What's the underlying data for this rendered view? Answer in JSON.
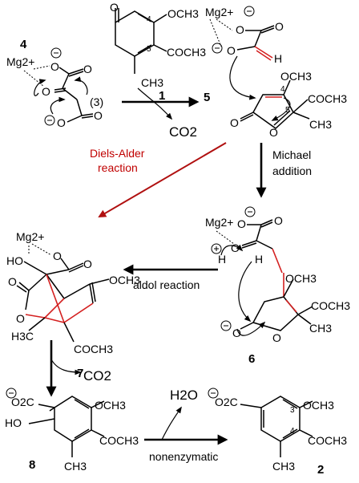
{
  "scheme": {
    "compounds": {
      "c1": {
        "number": "1",
        "methoxy": "OCH3",
        "acetyl": "COCH3",
        "methyl": "CH3",
        "carbonyl_o": "O",
        "pos4": "4",
        "pos5": "5"
      },
      "c4": {
        "number": "4",
        "ion": "Mg2+",
        "label3": "(3)"
      },
      "c5": {
        "number": "5",
        "ion": "Mg2+",
        "h": "H",
        "methoxy": "OCH3",
        "acetyl": "COCH3",
        "methyl": "CH3",
        "o": "O",
        "pos4": "4",
        "pos5": "5"
      },
      "c6": {
        "number": "6",
        "ion": "Mg2+",
        "h1": "H",
        "h2": "H",
        "methoxy": "OCH3",
        "acetyl": "COCH3",
        "methyl": "CH3",
        "o": "O"
      },
      "c7": {
        "number": "7",
        "ion": "Mg2+",
        "ho": "HO",
        "methoxy": "OCH3",
        "acetyl": "COCH3",
        "methyl": "H3C",
        "o": "O"
      },
      "c8": {
        "number": "8",
        "carboxylate": "O2C",
        "ho": "HO",
        "methoxy": "OCH3",
        "acetyl": "COCH3",
        "methyl": "CH3"
      },
      "c2": {
        "number": "2",
        "carboxylate": "O2C",
        "methoxy": "OCH3",
        "acetyl": "COCH3",
        "methyl": "CH3",
        "pos3": "3",
        "pos4": "4"
      }
    },
    "steps": {
      "decarboxylation_top": "CO2",
      "diels_alder_line1": "Diels-Alder",
      "diels_alder_line2": "reaction",
      "michael_line1": "Michael",
      "michael_line2": "addition",
      "aldol": "aldol reaction",
      "decarboxylation_bottom": "CO2",
      "water": "H2O",
      "nonenzymatic": "nonenzymatic"
    },
    "colors": {
      "diels_alder": "#c00000",
      "new_bonds": "#d42020"
    }
  }
}
